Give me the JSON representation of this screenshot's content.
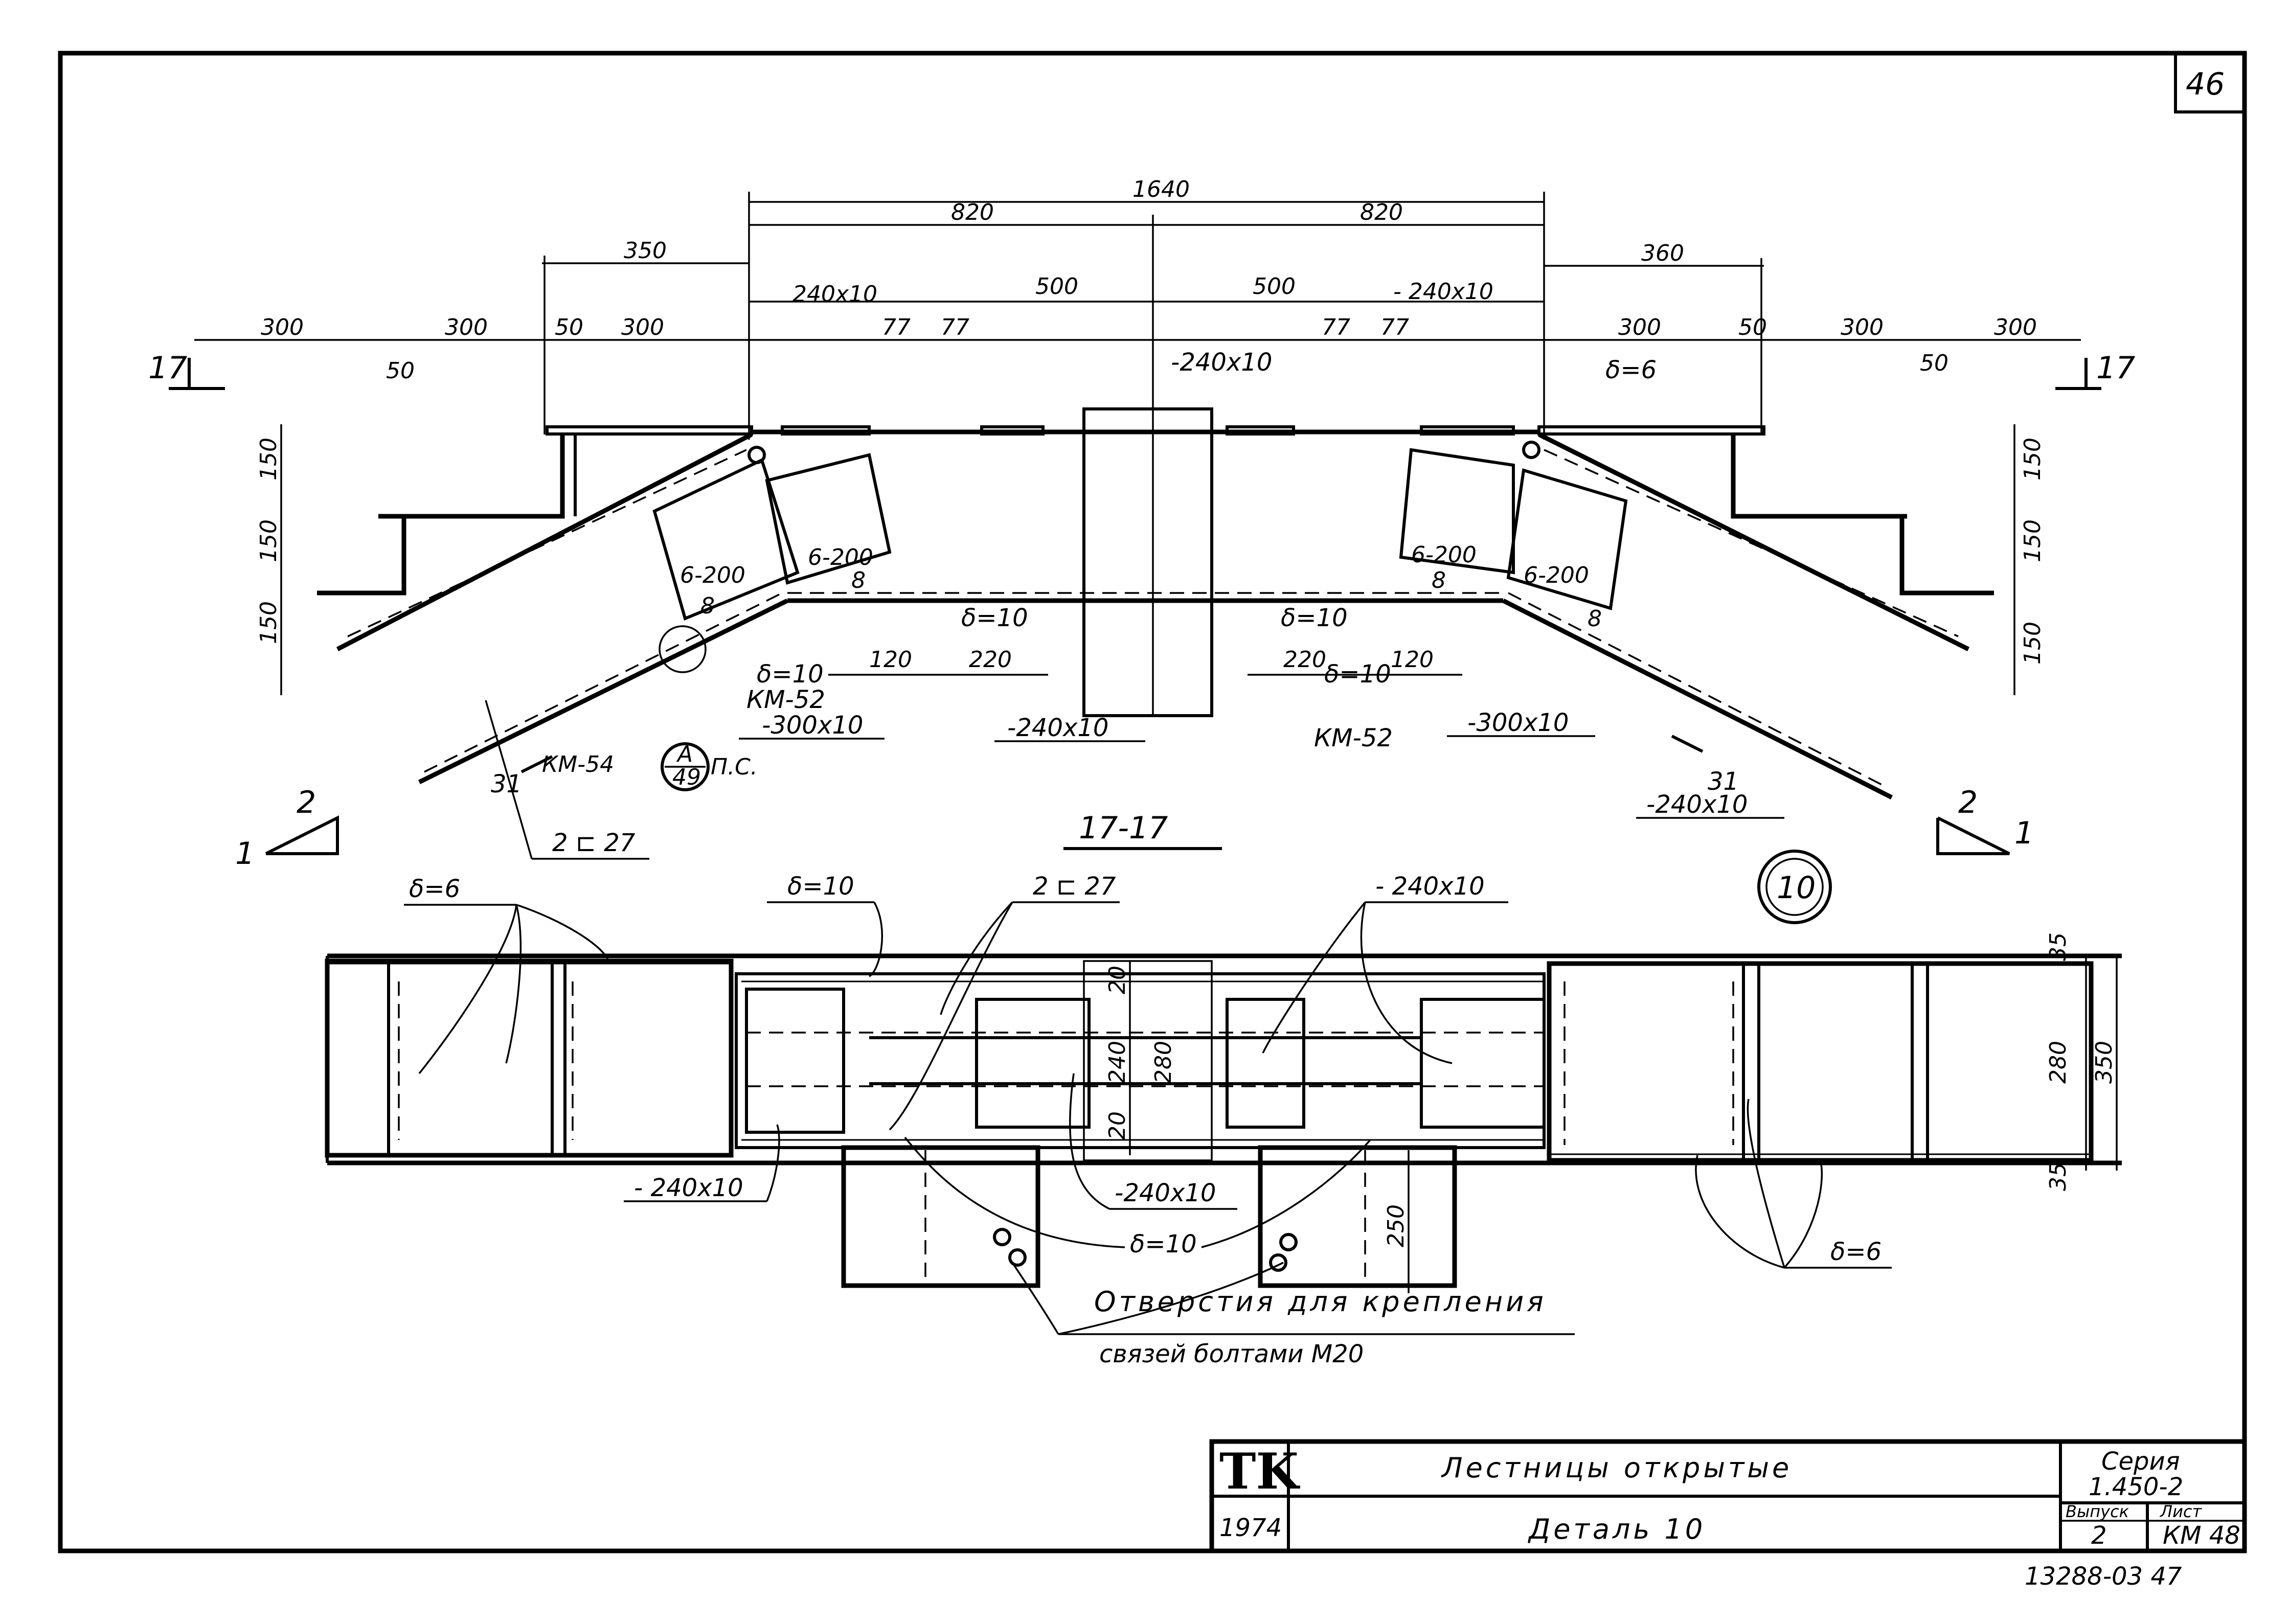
{
  "sheet": {
    "page_number": "46",
    "stamp_number": "13288-03 47"
  },
  "title_block": {
    "org": "TK",
    "year": "1974",
    "title": "Лестницы открытые",
    "subtitle": "Деталь 10",
    "series_label": "Серия",
    "series_value": "1.450-2",
    "issue_label": "Выпуск",
    "sheet_label": "Лист",
    "issue_value": "2",
    "sheet_value": "КМ 48"
  },
  "detail_marker": "10",
  "section_label": "17-17",
  "section_mark_left": "17",
  "section_mark_right": "17",
  "top_view": {
    "dims_top": {
      "overall": "1640",
      "half_left": "820",
      "half_right": "820",
      "left_350": "350",
      "right_360": "360",
      "inner_left_500": "500",
      "inner_right_500": "500",
      "left_77a": "77",
      "left_77b": "77",
      "right_77a": "77",
      "right_77b": "77",
      "left_300_1": "300",
      "left_300_2": "300",
      "left_50": "50",
      "left_300_3": "300",
      "right_300_1": "300",
      "right_50": "50",
      "right_300_2": "300",
      "right_300_3": "300",
      "left_50_small": "50",
      "right_50_small": "50"
    },
    "dims_side": {
      "left_150_1": "150",
      "left_150_2": "150",
      "left_150_3": "150",
      "right_150_1": "150",
      "right_150_2": "150",
      "right_150_3": "150"
    },
    "labels": {
      "plate_240x10_left": "240x10",
      "plate_240x10_right": "- 240x10",
      "plate_240x10_center": "-240x10",
      "delta6": "δ=6",
      "bolts_left_a": "6-200",
      "bolts_left_b": "6-200",
      "bolts_right_a": "6-200",
      "bolts_right_b": "6-200",
      "weld8_l1": "8",
      "weld8_l2": "8",
      "weld8_r1": "8",
      "weld8_r2": "8",
      "delta10_left": "δ=10",
      "delta10_center_left": "δ=10",
      "delta10_center_right": "δ=10",
      "delta10_right": "δ=10",
      "km52_left": "КМ-52",
      "km52_right": "КМ-52",
      "dim120_left": "120",
      "dim220_left": "220",
      "dim220_right": "220",
      "dim120_right": "120",
      "plate300_left": "-300x10",
      "plate300_right": "-300x10",
      "plate240_bottom_center": "-240x10",
      "plate240_bottom_right": "-240x10",
      "channel_2c27": "2 ⊏ 27",
      "mark31_left": "31",
      "mark31_right": "31",
      "km54": "КМ-54",
      "ref_A": "А",
      "ref_49": "49",
      "ps": "П.С.",
      "slope_2_left": "2",
      "slope_1_left": "1",
      "slope_2_right": "2",
      "slope_1_right": "1"
    }
  },
  "section_view": {
    "labels": {
      "delta6_top": "δ=6",
      "delta10_top": "δ=10",
      "channel_top": "2 ⊏ 27",
      "plate_top": "- 240x10",
      "plate_bottom_left": "- 240x10",
      "plate_bottom_center": "-240x10",
      "delta10_bottom": "δ=10",
      "delta6_bottom": "δ=6",
      "dim20_a": "20",
      "dim240": "240",
      "dim20_b": "20",
      "dim280_center": "280",
      "dim250": "250",
      "dim35_top": "35",
      "dim280_right": "280",
      "dim350_right": "350",
      "dim35_bottom": "35",
      "holes_note_line1": "Отверстия для крепления",
      "holes_note_line2": "связей болтами М20"
    }
  }
}
